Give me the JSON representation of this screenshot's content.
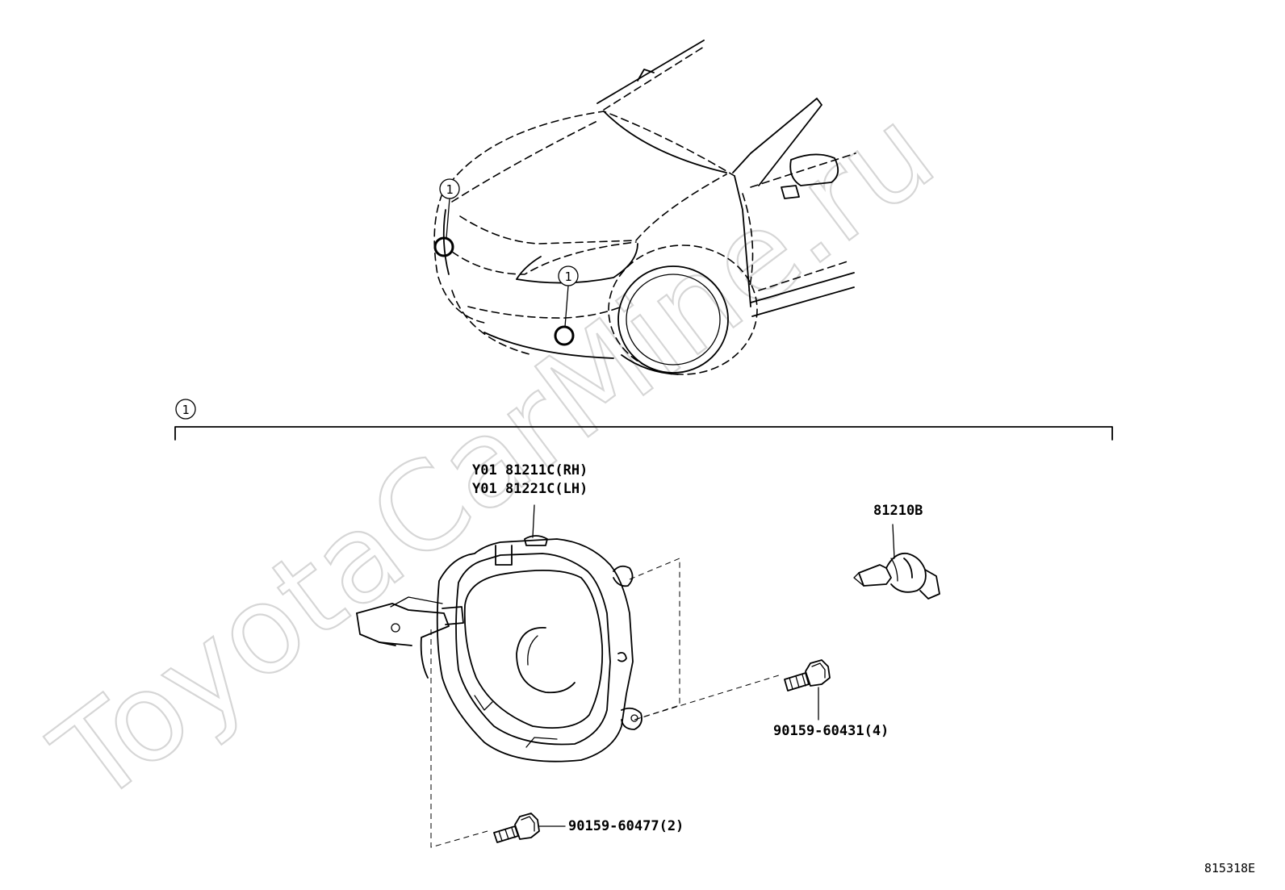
{
  "watermark": "ToyotaCarMine.ru",
  "callout_ref": "1",
  "parts": {
    "fog_lamp_rh": "Y01 81211C(RH)",
    "fog_lamp_lh": "Y01 81221C(LH)",
    "bulb": "81210B",
    "bolt_a": "90159-60431(4)",
    "bolt_b": "90159-60477(2)"
  },
  "diagram_id": "815318E"
}
